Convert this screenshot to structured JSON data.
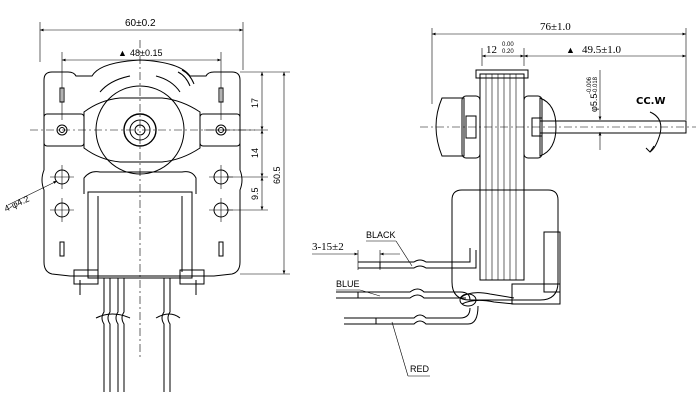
{
  "front_view": {
    "dim_overall_width": "60±0.2",
    "dim_hole_spacing_marker": "▲",
    "dim_hole_spacing": "48±0.15",
    "dim_right_17": "17",
    "dim_right_14": "14",
    "dim_right_9_5": "9.5",
    "dim_height": "60.5",
    "dim_holes": "4-φ4.2"
  },
  "side_view": {
    "dim_total_length": "76±1.0",
    "dim_12_main": "12",
    "dim_12_tol_upper": "0.00",
    "dim_12_tol_lower": "0.20",
    "dim_shaft_len_marker": "▲",
    "dim_shaft_len": "49.5±1.0",
    "dim_shaft_dia_main": "φ5.5",
    "dim_shaft_dia_tol_upper": "-0.006",
    "dim_shaft_dia_tol_lower": "-0.018",
    "rotation": "CC.W",
    "dim_strip": "3-15±2",
    "wire_black": "BLACK",
    "wire_blue": "BLUE",
    "wire_red": "RED"
  }
}
